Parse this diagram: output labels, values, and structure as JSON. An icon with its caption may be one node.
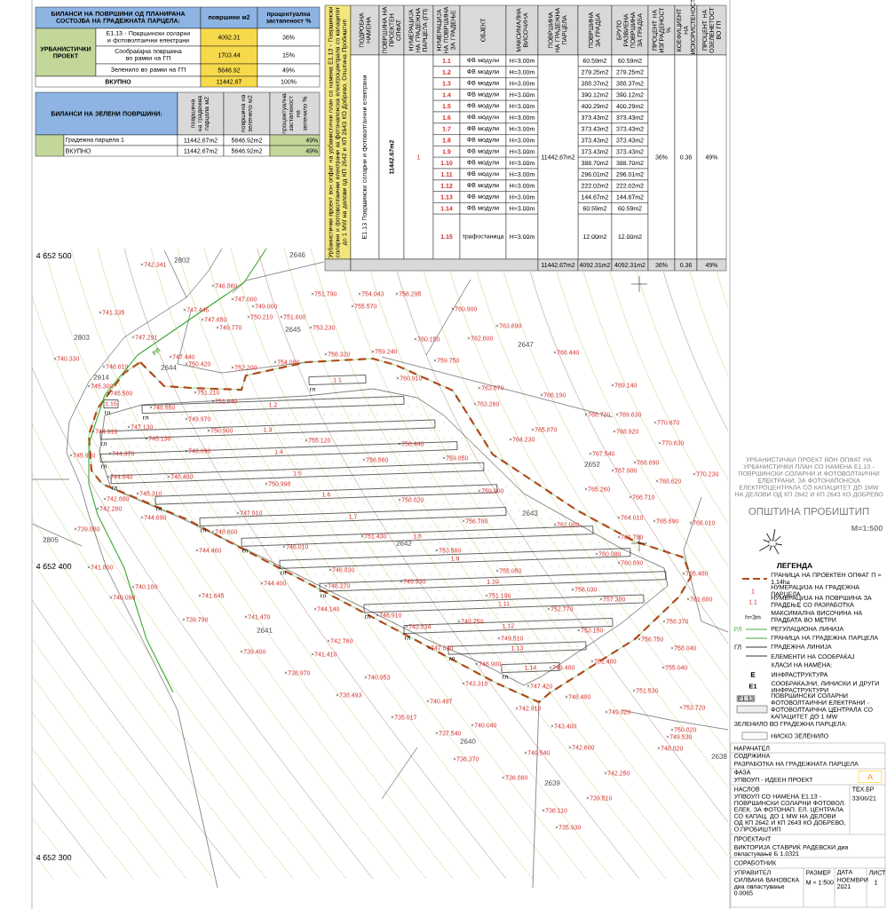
{
  "diagram": {
    "title": "УРБАНИСТИЧКИ ПРОЕКТ ВОН ОПФАТ НА УРБАНИСТИЧКИ ПЛАН СО НАМЕНА Е1.13 - ПОВРШИНСКИ СОЛАРНИ И ФОТОВОЛТАИЧНИ ЕЛЕКТРАНИ, ЗА ФОТОНАПОНСКА ЕЛЕКТРОЦЕНТРАЛА СО КАПАЦИТЕТ ДО 1MW НА ДЕЛОВИ ОД КП 2642 И КП 2643 КО ДОБРЕВО",
    "nodes": [
      {
        "text": [
          "1.1"
        ],
        "beside": [
          "гл"
        ]
      },
      {
        "text": [
          "1.2"
        ],
        "beside": [
          "гл"
        ]
      },
      {
        "text": [
          "1.3"
        ],
        "beside": [
          "гл"
        ]
      },
      {
        "text": [
          "1.4"
        ],
        "beside": [
          "гл"
        ]
      },
      {
        "text": [
          "1.5"
        ],
        "beside": [
          "гл"
        ]
      },
      {
        "text": [
          "1.6"
        ],
        "beside": [
          "гл"
        ]
      },
      {
        "text": [
          "1.7"
        ],
        "beside": [
          "гл"
        ]
      },
      {
        "text": [
          "1.8"
        ],
        "beside": [
          "гл"
        ]
      },
      {
        "text": [
          "1.9"
        ],
        "beside": [
          "гл"
        ]
      },
      {
        "text": [
          "1.10"
        ],
        "beside": [
          "гл"
        ]
      },
      {
        "text": [
          "1.11"
        ],
        "beside": [
          "гл"
        ]
      },
      {
        "text": [
          "1.12"
        ],
        "beside": [
          "гл"
        ]
      },
      {
        "text": [
          "1.13"
        ],
        "beside": [
          "гл"
        ]
      },
      {
        "text": [
          "1.14"
        ],
        "beside": [
          "гл"
        ]
      },
      {
        "text": [
          "1.15"
        ],
        "beside": [
          "гл"
        ]
      }
    ],
    "labels": [
      "БИЛАНСИ НА ПОВРШИНИ ОД ПЛАНИРАНА СОСТОЈБА НА ГРАДЕЖНАТА ПАРЦЕЛА:",
      "површини м2",
      "процентуална застапеност %",
      "УРБАНИСТИЧКИ ПРОЕКТ",
      "Е1.13 - Површински соларни и фотоволтаични електрани",
      "4092.31",
      "36%",
      "Сообраќајна површина во рамки на ГП",
      "1703.44",
      "15%",
      "Зеленило во рамки на ГП",
      "5646.92",
      "49%",
      "ВКУПНО",
      "11442.67",
      "100%",
      "БИЛАНСИ НА ЗЕЛЕНИ ПОВРШИНИ:",
      "површина на градежна парцела м2",
      "површина на зеленило м2",
      "процентуална застапеност на зеленило %",
      "Градежна парцела 1",
      "11442.67m2",
      "5646.92m2",
      "49%",
      "ВКУПНО",
      "11442.67m2",
      "5646.92m2",
      "49%",
      "Урбанистички проект вон опфат на урбанистички план со намена Е1.13 - Површински соларни и фотоволтаични електрани за фотонапонска електроцентрала со капацитет до 1 MW на делови од КП 2642 и КП 2643 КО Добрево, Општина Пробиштип",
      "ПОДРОБНА НАМЕНА",
      "ПОВРШИНА НА ПРОЕКТЕН ОПФАТ",
      "НУМЕРАЦИЈА НА ГРАДЕЖНА ПАРЦЕЛА (ГП)",
      "НУМЕРАЦИЈА НА ПОВРШИНА ЗА ГРАДЕЊЕ",
      "ОБЈЕКТ",
      "МАКСИМАЛНА ВИСОЧИНА",
      "ПОВРШИНА НА ГРАДЕЖНА ПАРЦЕЛА",
      "ПОВРШИНА ЗА ГРАДБА",
      "БРУТО РАЗВИЕНА ПОВРШИНА ЗА ГРАДБА",
      "ПРОЦЕНТ НА ИЗГРАДЕНОСТ %",
      "КОЕФИЦИЕНТ НА ИСКОРИСТЕНОСТ",
      "ПРОЦЕНТ НА ОЗЕЛЕНЕТОСТ ВО ГП",
      "Е1.13 Површински соларни и фотоволтаични електрани",
      "11442.67m2",
      "1",
      "1.1",
      "ФВ модули",
      "H=3.00m",
      "60.59m2",
      "60.59m2",
      "1.2",
      "ФВ модули",
      "H=3.00m",
      "279.25m2",
      "279.25m2",
      "1.3",
      "ФВ модули",
      "H=3.00m",
      "388.37m2",
      "388.37m2",
      "1.4",
      "ФВ модули",
      "H=3.00m",
      "390.12m2",
      "390.12m2",
      "1.5",
      "ФВ модули",
      "H=3.00m",
      "400.29m2",
      "400.29m2",
      "1.6",
      "ФВ модули",
      "H=3.00m",
      "373.43m2",
      "373.43m2",
      "1.7",
      "ФВ модули",
      "H=3.00m",
      "373.43m2",
      "373.43m2",
      "1.8",
      "ФВ модули",
      "H=3.00m",
      "373.43m2",
      "373.43m2",
      "1.9",
      "ФВ модули",
      "H=3.00m",
      "373.43m2",
      "373.43m2",
      "1.10",
      "ФВ модули",
      "H=3.00m",
      "388.70m2",
      "388.70m2",
      "1.11",
      "ФВ модули",
      "H=3.00m",
      "296.01m2",
      "296.01m2",
      "1.12",
      "ФВ модули",
      "H=3.00m",
      "222.02m2",
      "222.02m2",
      "1.13",
      "ФВ модули",
      "H=3.00m",
      "144.67m2",
      "144.67m2",
      "1.14",
      "ФВ модули",
      "H=3.00m",
      "60.59m2",
      "60.59m2",
      "1.15",
      "трафостаница",
      "H=3.00m",
      "12.00m2",
      "12.00m2",
      "11442.67m2",
      "36%",
      "0.36",
      "49%",
      "11442.67m2",
      "4092.31m2",
      "4092.31m2",
      "36%",
      "0.36",
      "49%",
      "4 652 500",
      "4 652 400",
      "4 652 300",
      "2802",
      "2646",
      "2803",
      "2645",
      "2644",
      "2914",
      "2647",
      "2652",
      "2643",
      "2642",
      "2805",
      "2641",
      "2640",
      "2639",
      "2638",
      "РЛ",
      "742.341",
      "746.860",
      "747.000",
      "751.790",
      "754.043",
      "756.295",
      "741.335",
      "747.445",
      "749.000",
      "755.570",
      "760.900",
      "747.650",
      "749.770",
      "750.210",
      "751.600",
      "753.230",
      "747.291",
      "760.150",
      "762.600",
      "763.690",
      "740.330",
      "746.610",
      "747.440",
      "750.420",
      "752.200",
      "754.080",
      "756.320",
      "759.240",
      "759.750",
      "766.440",
      "745.300",
      "745.580",
      "751.210",
      "751.640",
      "760.910",
      "763.260",
      "763.870",
      "766.190",
      "769.140",
      "748.550",
      "749.970",
      "768.720",
      "769.630",
      "770.670",
      "744.910",
      "747.130",
      "745.130",
      "750.900",
      "755.120",
      "758.440",
      "764.230",
      "765.870",
      "768.920",
      "770.630",
      "745.970",
      "744.370",
      "744.640",
      "748.480",
      "748.090",
      "756.560",
      "759.850",
      "767.540",
      "767.980",
      "768.690",
      "770.230",
      "742.880",
      "745.310",
      "750.998",
      "759.900",
      "765.260",
      "766.710",
      "768.620",
      "742.280",
      "758.820",
      "739.050",
      "744.690",
      "748.600",
      "747.910",
      "751.430",
      "756.780",
      "761.000",
      "764.010",
      "761.780",
      "765.690",
      "768.010",
      "744.460",
      "746.010",
      "753.560",
      "760.080",
      "741.800",
      "746.830",
      "760.890",
      "765.480",
      "740.180",
      "744.400",
      "746.270",
      "749.930",
      "755.050",
      "740.090",
      "741.645",
      "756.030",
      "757.380",
      "761.680",
      "739.790",
      "741.470",
      "744.140",
      "746.910",
      "748.750",
      "751.190",
      "752.770",
      "758.370",
      "742.760",
      "743.834",
      "749.510",
      "753.150",
      "756.750",
      "739.400",
      "741.410",
      "747.030",
      "758.040",
      "738.970",
      "740.953",
      "746.900",
      "749.480",
      "751.480",
      "755.040",
      "738.493",
      "740.497",
      "743.318",
      "747.420",
      "748.480",
      "751.530",
      "735.017",
      "742.910",
      "749.020",
      "753.720",
      "740.040",
      "743.400",
      "750.820",
      "737.540",
      "749.530",
      "736.370",
      "740.540",
      "742.600",
      "748.820",
      "736.860",
      "742.250",
      "739.510",
      "736.110",
      "735.930",
      "ОПШТИНА ПРОБИШТИП",
      "M=1:500",
      "ЛЕГЕНДА",
      "1",
      "1.1",
      "h=3m",
      "РЛ",
      "ГЛ",
      "КЛАСИ НА НАМЕНА:",
      "Е",
      "ИНФРАСТРУКТУРА",
      "Е1",
      "СООБРАЌАЈНИ, ЛИНИСКИ И ДРУГИ ИНФРАСТРУКТУРИ",
      "Е1.13",
      "ЗЕЛЕНИЛО ВО ГРАДЕЖНА ПАРЦЕЛА:",
      "НАРАЧАТЕЛ",
      "СОДРЖИНА",
      "РАЗРАБОТКА НА ГРАДЕЖНАТА ПАРЦЕЛА",
      "ФАЗА",
      "УПВОУП - ИДЕЕН ПРОЕКТ",
      "А",
      "НАСЛОВ",
      "УПВОУП СО НАМЕНА Е1.13 - ПОВРШИНСКИ СОЛАРНИ ФОТОВОЛ. ЕЛЕК. ЗА ФОТОНАП. ЕЛ. ЦЕНТРАЛА СО КАПАЦ. ДО 1 MW НА ДЕЛОВИ ОД КП 2642 И КП 2643 КО ДОБРЕВО, О.ПРОБИШТИП",
      "ТЕХ.БР",
      "33/06/21",
      "ПРОЕКТАНТ",
      "ВИКТОРИЈА СТАВРИЌ РАДЕВСКИ диа овластување Б 1.0321",
      "СОРАБОТНИК",
      "УПРАВИТЕЛ",
      "СИЛВАНА ВАНОВСКА диа овластување 0.0065",
      "РАЗМЕР",
      "М = 1:500",
      "ДАТА",
      "НОЕМВРИ 2021",
      "ЛИСТ",
      "1"
    ],
    "legend": [
      {
        "text": "ГРАНИЦА НА ПРОЕКТЕН ОПФАТ П = 1,14ha"
      },
      {
        "text": "НУМЕРАЦИЈА НА ГРАДЕЖНА ПАРЦЕЛА"
      },
      {
        "text": "НУМЕРАЦИЈА НА ПОВРШИНА ЗА ГРАДЕЊЕ СО РАЗРАБОТКА"
      },
      {
        "text": "МАКСИМАЛНА ВИСОЧИНА НА ГРАДБАТА ВО МЕТРИ"
      },
      {
        "text": "РЕГУЛАЦИОНА ЛИНИЈА"
      },
      {
        "text": "ГРАНИЦА НА ГРАДЕЖНА ПАРЦЕЛА"
      },
      {
        "text": "ГРАДЕЖНА ЛИНИЈА"
      },
      {
        "text": "ЕЛЕМЕНТИ НА СООБРАЌАЈ"
      },
      {
        "text": "ПОВРШИНСКИ СОЛАРНИ ФОТОВОЛТАИЧНИ ЕЛЕКТРАНИ - ФОТОВОЛТАИЧНА ЦЕНТРАЛА СО КАПАЦИТЕТ ДО 1 MW"
      },
      {
        "text": "НИСКО ЗЕЛЕНИЛО"
      }
    ]
  }
}
